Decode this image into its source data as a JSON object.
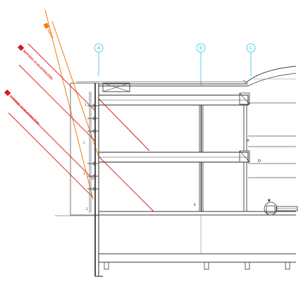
{
  "colors": {
    "section_line": "#3a3a3a",
    "light_line": "#9a9a9a",
    "sun_ray_red": "#e01515",
    "sun_ray_orange": "#f07d10",
    "grid_axis": "#27c3d6"
  },
  "grid_axes": [
    {
      "id": "axis-a",
      "label": "A"
    },
    {
      "id": "axis-b",
      "label": "B"
    },
    {
      "id": "axis-c",
      "label": "C"
    }
  ],
  "sun_angles": [
    {
      "id": "summer",
      "label": "SUMMER",
      "color": "orange"
    },
    {
      "id": "equinox",
      "label": "NAPPIRES-ÉJJELEGYENLŐSÉG",
      "color": "red"
    },
    {
      "id": "winter",
      "label": "NAPPIRES-ÉJJELEGYENLŐSÉG",
      "color": "red"
    }
  ],
  "level_marks": [
    "+",
    "1",
    "1",
    "1",
    "2",
    "B",
    "B"
  ]
}
